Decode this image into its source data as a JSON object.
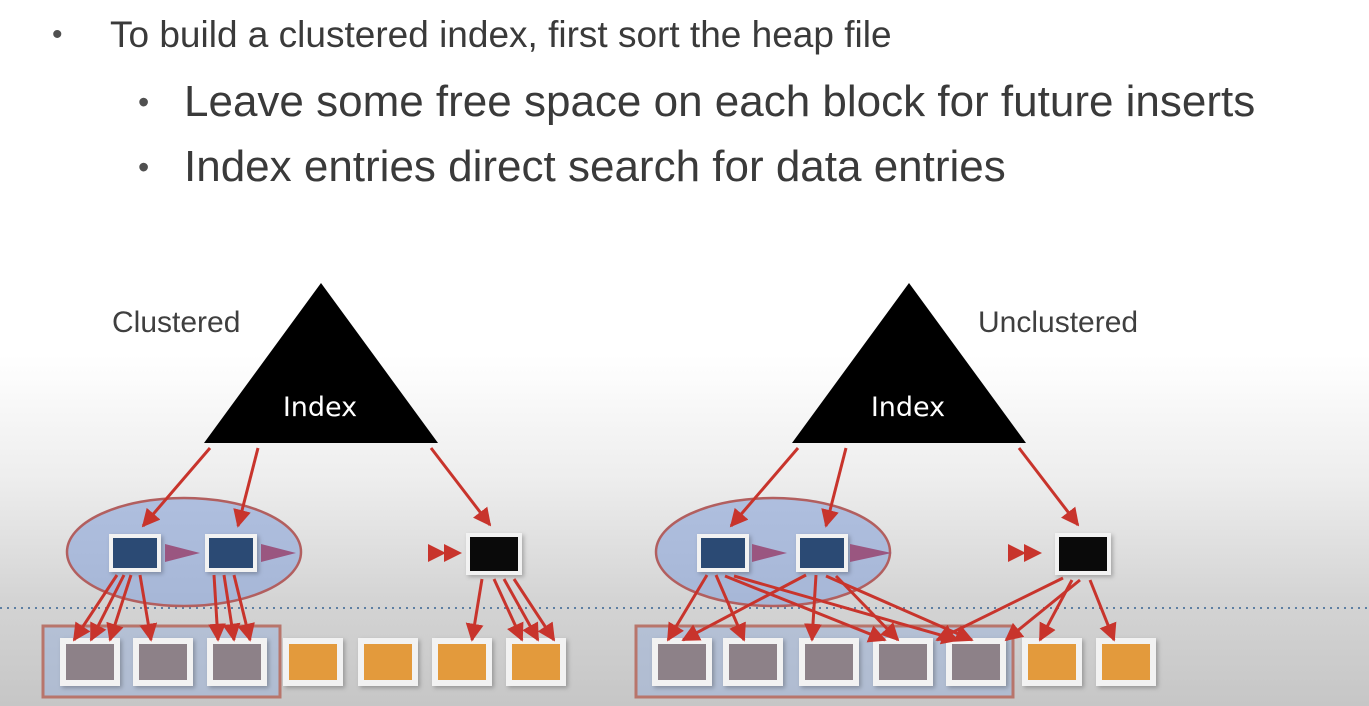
{
  "bullets": {
    "level1": "To build a clustered index, first sort the heap file",
    "level2": [
      "Leave some free space on each block for future inserts",
      "Index entries direct search for data entries"
    ],
    "marker": "•"
  },
  "diagram": {
    "left": {
      "caption": "Clustered",
      "index_label": "Index"
    },
    "right": {
      "caption": "Unclustered",
      "index_label": "Index"
    }
  },
  "colors": {
    "index_triangle": "#000000",
    "leaf_node_dark": "#2b4a74",
    "arrow": "#c0392b",
    "group_fill": "#8fa7d9",
    "group_stroke": "#b25f5f",
    "data_page_gray": "#8d8188",
    "data_page_orange": "#e39a3c",
    "dotted_separator": "#5d7fa3"
  }
}
